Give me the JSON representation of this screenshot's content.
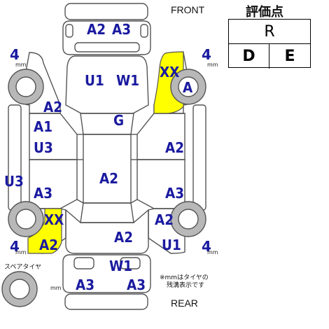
{
  "header": {
    "front_label": "FRONT",
    "rear_label": "REAR"
  },
  "grade": {
    "title": "評価点",
    "overall": "R",
    "interior": "D",
    "exterior": "E"
  },
  "tires": {
    "front_left": "4",
    "front_right": "4",
    "rear_left": "4",
    "rear_right": "4",
    "unit": "mm",
    "spare_label": "スペアタイヤ",
    "spare_unit": "mm"
  },
  "note": {
    "line1": "※mmはタイヤの",
    "line2": "残溝表示です"
  },
  "damage": {
    "front_bumper_left": "A2",
    "front_bumper_right": "A3",
    "hood": "U1",
    "windshield": "W1",
    "front_right_fender_top": "XX",
    "front_right_fender": "A",
    "front_left_fender": "A2",
    "left_front_door_upper": "A1",
    "left_front_door_lower": "U3",
    "roof": "G",
    "right_front_door": "A2",
    "left_rocker": "U3",
    "cabin_center": "A2",
    "left_rear_door": "A3",
    "right_rear_door": "A3",
    "left_rear_fender_xx": "XX",
    "left_rear_quarter": "A2",
    "trunk": "A2",
    "right_rear_quarter": "A2",
    "right_rear_lower": "U1",
    "rear_glass": "W1",
    "rear_bumper_left": "A3",
    "rear_bumper_right": "A3"
  },
  "colors": {
    "damage_text": "#1a1aa0",
    "highlight": "#ffff00",
    "outline": "#555555"
  }
}
